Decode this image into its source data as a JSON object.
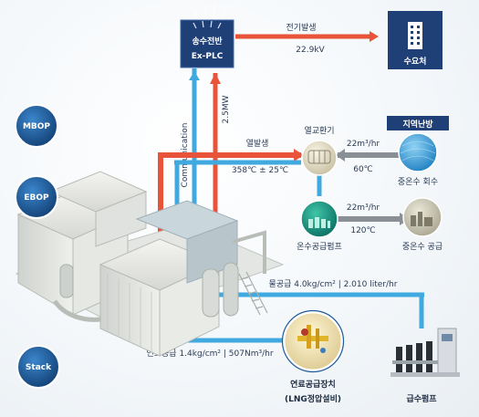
{
  "nodes": {
    "plc_line1": "송수전반",
    "plc_line2": "Ex-PLC",
    "building": "수요처",
    "mbop": "MBOP",
    "ebop": "EBOP",
    "stack": "Stack",
    "heat_exchanger": "열교환기",
    "district_heating": "지역난방",
    "medium_return": "중온수 회수",
    "hot_water_pump": "온수공급펌프",
    "medium_supply": "중온수 공급",
    "fuel_device_line1": "연료공급장치",
    "fuel_device_line2": "(LNG정압설비)",
    "feed_pump": "급수펌프"
  },
  "lines": {
    "power_gen": "전기발생",
    "voltage": "22.9kV",
    "communication": "Communication",
    "power_mw": "2.5MW",
    "heat_gen": "열발생",
    "heat_temp": "358℃ ± 25℃",
    "flow_top": "22m³/hr",
    "temp_top": "60℃",
    "flow_bottom": "22m³/hr",
    "temp_bottom": "120℃",
    "water_supply": "물공급 4.0kg/cm² | 2.010 liter/hr",
    "fuel_supply": "연료공급 1.4kg/cm² | 507Nm³/hr"
  },
  "colors": {
    "red_line": "#e8533a",
    "blue_line": "#3fa9e0",
    "gray_line": "#8a8f96",
    "navy": "#1f3f77",
    "badge": "#1d5a9a"
  }
}
